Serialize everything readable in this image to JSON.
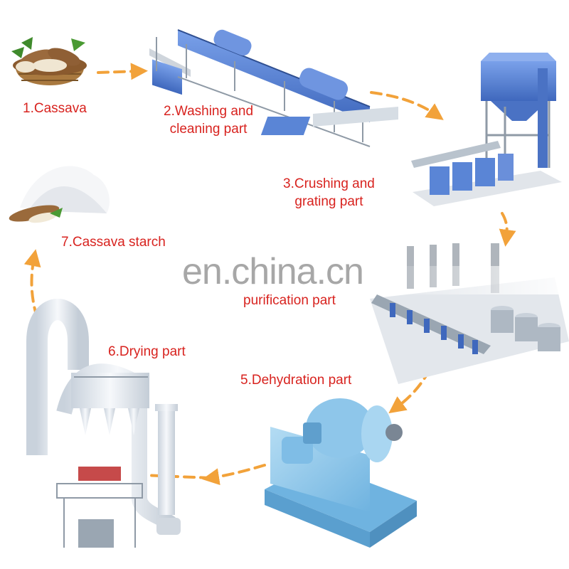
{
  "colors": {
    "label": "#d8231f",
    "arrow": "#f2a23a",
    "machine_blue": "#5a85d6",
    "machine_light_blue": "#8ec6ea",
    "frame_gray": "#8f9aa6",
    "drying_white": "#e7ecf2"
  },
  "steps": [
    {
      "label": "1.Cassava",
      "icon": "cassava-basket-icon"
    },
    {
      "label": "2.Washing and\ncleaning part",
      "icon": "washing-line-icon"
    },
    {
      "label": "3.Crushing and\ngrating part",
      "icon": "crushing-machine-icon"
    },
    {
      "label": "purification part",
      "icon": "purification-plant-icon"
    },
    {
      "label": "5.Dehydration part",
      "icon": "dehydration-machine-icon"
    },
    {
      "label": "6.Drying part",
      "icon": "flash-dryer-icon"
    },
    {
      "label": "7.Cassava starch",
      "icon": "starch-powder-icon"
    }
  ],
  "watermark": "en.china.cn"
}
